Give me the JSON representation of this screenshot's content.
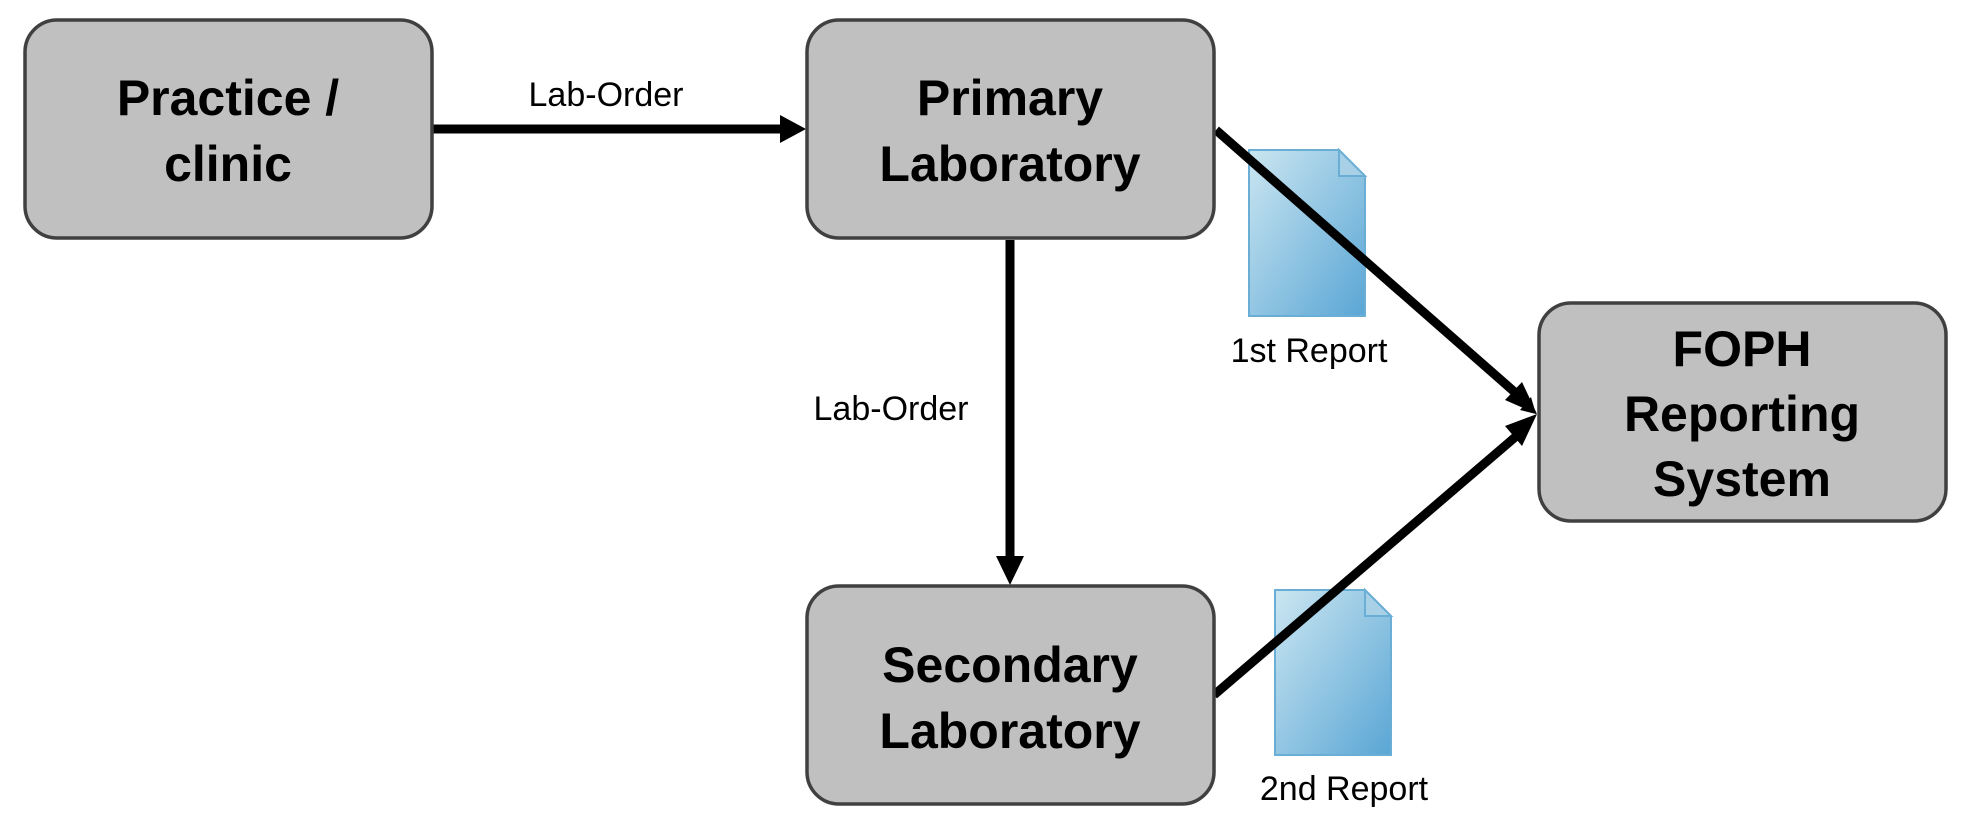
{
  "diagram": {
    "nodes": {
      "practice": {
        "line1": "Practice /",
        "line2": "clinic"
      },
      "primary": {
        "line1": "Primary",
        "line2": "Laboratory"
      },
      "secondary": {
        "line1": "Secondary",
        "line2": "Laboratory"
      },
      "foph": {
        "line1": "FOPH",
        "line2": "Reporting",
        "line3": "System"
      }
    },
    "edges": {
      "practice_to_primary": "Lab-Order",
      "primary_to_secondary": "Lab-Order"
    },
    "documents": {
      "first": "1st Report",
      "second": "2nd Report"
    }
  },
  "colors": {
    "node_fill": "#c0c0c0",
    "node_border": "#404040",
    "arrow": "#000000",
    "document_light": "#c6e3ef",
    "document_dark": "#5fa8d6"
  },
  "icons": {
    "document": "document-icon"
  }
}
